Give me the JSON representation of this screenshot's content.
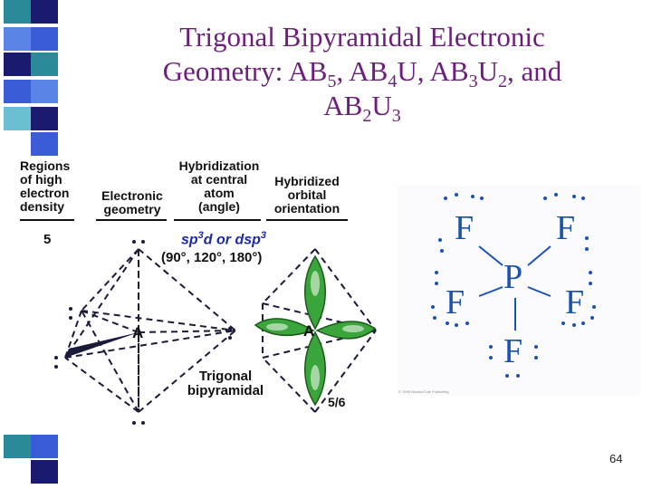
{
  "title": {
    "line1": "Trigonal Bipyramidal Electronic",
    "l2a": "Geometry: AB",
    "l2s1": "5",
    "l2b": ", AB",
    "l2s2": "4",
    "l2c": "U, AB",
    "l2s3": "3",
    "l2d": "U",
    "l2s4": "2",
    "l2e": ", and",
    "l3a": "AB",
    "l3s1": "2",
    "l3b": "U",
    "l3s2": "3"
  },
  "table": {
    "col1": [
      "Regions",
      "of high",
      "electron",
      "density"
    ],
    "col2": [
      "Electronic",
      "geometry"
    ],
    "col3": [
      "Hybridization",
      "at central",
      "atom",
      "(angle)"
    ],
    "col4": [
      "Hybridized",
      "orbital",
      "orientation"
    ],
    "row_count": "5",
    "hyb_a": "sp",
    "hyb_a_sup": "3",
    "hyb_b": "d or ",
    "hyb_c": "dsp",
    "hyb_c_sup": "3",
    "angles": "(90°, 120°, 180°)"
  },
  "figure": {
    "atom_left": "A",
    "atom_right": "A",
    "shape_line1": "Trigonal",
    "shape_line2": "bipyramidal",
    "orbital_count": "5/6"
  },
  "lewis": {
    "atoms": {
      "center": "P",
      "upper_left": "F",
      "upper_right": "F",
      "lower_left": "F",
      "lower_right": "F",
      "bottom": "F"
    },
    "caption": "© 1999 Brooks/Cole Publishing"
  },
  "page_number": "64",
  "colors": {
    "title": "#6b1f7a",
    "hybridization": "#1a2aa8",
    "lewis_atoms": "#1a52b4",
    "orbital_green": "#3aa53a",
    "sidebar_blue": "#3a5cd6"
  }
}
